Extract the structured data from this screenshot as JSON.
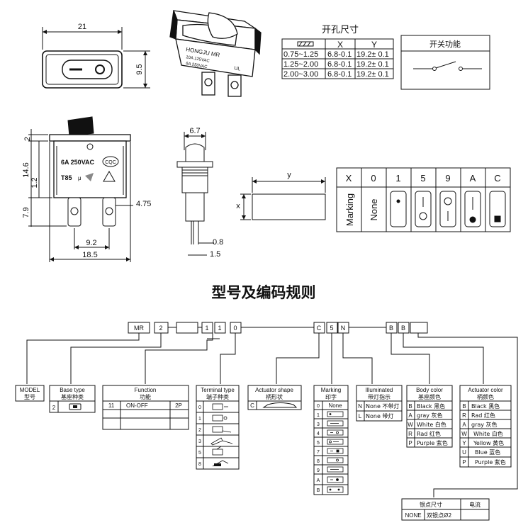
{
  "top_view": {
    "width_dim": "21",
    "height_dim": "9.5"
  },
  "iso_switch": {
    "brand": "HONGJU MR",
    "rating1": "10A 125VAC",
    "rating2": "6A 250VAC",
    "cert": "UL"
  },
  "hole_table": {
    "title": "开孔尺寸",
    "headers": [
      "",
      "X",
      "Y"
    ],
    "rows": [
      [
        "0.75~1.25",
        "6.8-0.1",
        "19.2± 0.1"
      ],
      [
        "1.25~2.00",
        "6.8-0.1",
        "19.2± 0.1"
      ],
      [
        "2.00~3.00",
        "6.8-0.1",
        "19.2± 0.1"
      ]
    ]
  },
  "switch_function": {
    "title": "开关功能"
  },
  "front_view": {
    "dim_top": "2",
    "dim_body": "14.6",
    "dim_mid": "1.2",
    "dim_term": "7.9",
    "dim_term_w": "4.75",
    "dim_pitch": "9.2",
    "dim_width": "18.5",
    "label_rating": "6A 250VAC",
    "label_t": "T85",
    "label_mu": "μ",
    "label_cqc": "CQC"
  },
  "side_view": {
    "dim_top": "6.7",
    "dim_pin": "0.8",
    "dim_pin2": "1.5"
  },
  "cutout": {
    "y_label": "y",
    "x_label": "x"
  },
  "marking_table": {
    "header_x": "X",
    "codes": [
      "0",
      "1",
      "5",
      "9",
      "A",
      "C"
    ],
    "row_label": "Marking",
    "none_label": "None"
  },
  "section_title": "型号及编码规则",
  "code_boxes": [
    "MR",
    "2",
    "",
    "1",
    "1",
    "0",
    "",
    "C",
    "5",
    "N",
    "",
    "B",
    "B",
    ""
  ],
  "model_box": {
    "line1": "MODEL",
    "line2": "型号"
  },
  "base_type": {
    "title": "Base type",
    "subtitle": "基座种类",
    "code": "2"
  },
  "function": {
    "title": "Function",
    "subtitle": "功能",
    "code": "11",
    "value": "ON-OFF",
    "poles": "2P"
  },
  "terminal_type": {
    "title": "Terminal type",
    "subtitle": "端子种类",
    "codes": [
      "0",
      "1",
      "2",
      "3",
      "5",
      "8"
    ]
  },
  "actuator_shape": {
    "title": "Actuator shape",
    "subtitle": "柄形状",
    "code": "C"
  },
  "marking": {
    "title": "Marking",
    "subtitle": "印字",
    "codes": [
      "0",
      "1",
      "3",
      "4",
      "5",
      "7",
      "8",
      "9",
      "A",
      "B"
    ],
    "first_value": "None"
  },
  "illuminated": {
    "title": "Illuminated",
    "subtitle": "带灯指示",
    "rows": [
      {
        "code": "N",
        "label": "None 不带灯"
      },
      {
        "code": "L",
        "label": "None 带灯"
      }
    ]
  },
  "body_color": {
    "title": "Body color",
    "subtitle": "基座颜色",
    "rows": [
      {
        "code": "B",
        "label": "Black 黑色"
      },
      {
        "code": "A",
        "label": "gray 灰色"
      },
      {
        "code": "W",
        "label": "White 白色"
      },
      {
        "code": "R",
        "label": "Rad 红色"
      },
      {
        "code": "P",
        "label": "Purple 紫色"
      }
    ]
  },
  "actuator_color": {
    "title": "Actuator color",
    "subtitle": "柄颜色",
    "rows": [
      {
        "code": "B",
        "label": "Black 黑色"
      },
      {
        "code": "R",
        "label": "Rad 红色"
      },
      {
        "code": "A",
        "label": "gray 灰色"
      },
      {
        "code": "W",
        "label": "White 白色"
      },
      {
        "code": "Y",
        "label": "Yellow 黄色"
      },
      {
        "code": "U",
        "label": "Blue 蓝色"
      },
      {
        "code": "P",
        "label": "Purple 紫色"
      }
    ]
  },
  "contact": {
    "title": "银点尺寸",
    "title2": "电流",
    "code": "NONE",
    "value": "双银点Ø2"
  }
}
